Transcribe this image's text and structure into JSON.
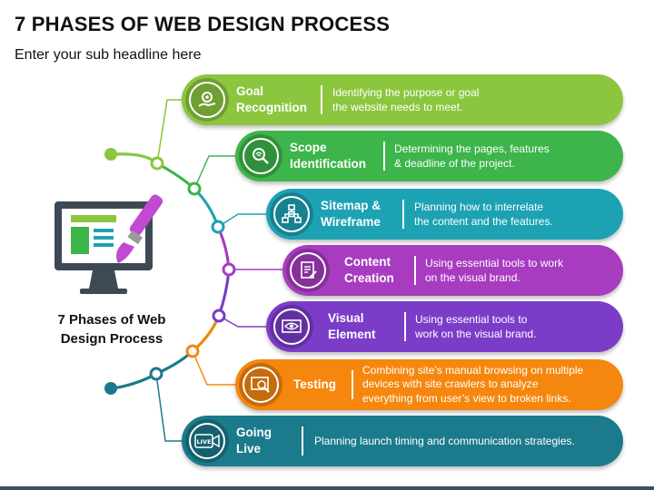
{
  "header": {
    "title": "7 PHASES OF WEB DESIGN PROCESS",
    "subtitle": "Enter your sub headline here"
  },
  "caption": {
    "line1": "7 Phases of Web",
    "line2": "Design Process"
  },
  "colors": {
    "goal": "#8cc63f",
    "scope": "#3db54a",
    "sitemap": "#1da2b4",
    "content": "#a83cc0",
    "visual": "#7b3cc8",
    "testing": "#f5870f",
    "live": "#1b7a8c",
    "monitor_frame": "#3d4a55",
    "brush": "#c04ad0"
  },
  "phases": [
    {
      "key": "goal",
      "icon": "goal-gear-hand-icon",
      "title1": "Goal",
      "title2": "Recognition",
      "desc1": "Identifying the purpose or goal",
      "desc2": "the website needs to meet.",
      "desc3": ""
    },
    {
      "key": "scope",
      "icon": "fingerprint-magnifier-icon",
      "title1": "Scope",
      "title2": "Identification",
      "desc1": "Determining the pages, features",
      "desc2": "& deadline of the project.",
      "desc3": ""
    },
    {
      "key": "sitemap",
      "icon": "sitemap-icon",
      "title1": "Sitemap &",
      "title2": "Wireframe",
      "desc1": "Planning how to interrelate",
      "desc2": "the content and the features.",
      "desc3": ""
    },
    {
      "key": "content",
      "icon": "content-document-icon",
      "title1": "Content",
      "title2": "Creation",
      "desc1": "Using essential tools to work",
      "desc2": "on the visual brand.",
      "desc3": ""
    },
    {
      "key": "visual",
      "icon": "visual-eye-screen-icon",
      "title1": "Visual",
      "title2": "Element",
      "desc1": "Using essential tools to",
      "desc2": "work on the visual brand.",
      "desc3": ""
    },
    {
      "key": "testing",
      "icon": "testing-magnifier-icon",
      "title1": "Testing",
      "title2": "",
      "desc1": "Combining site’s manual browsing on multiple",
      "desc2": "devices with site crawlers to analyze",
      "desc3": "everything from user’s view to broken links."
    },
    {
      "key": "live",
      "icon": "live-video-icon",
      "title1": "Going",
      "title2": "Live",
      "desc1": "Planning launch timing and communication strategies.",
      "desc2": "",
      "desc3": ""
    }
  ]
}
